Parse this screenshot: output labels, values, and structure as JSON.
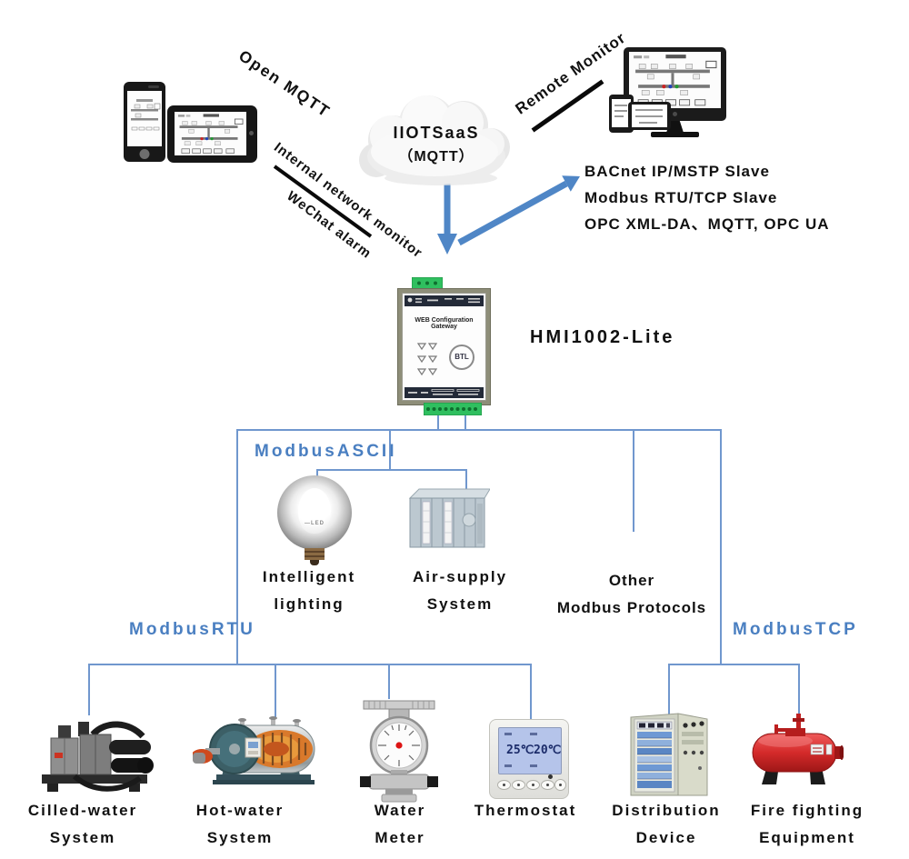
{
  "colors": {
    "bus_line_blue": "#7097ce",
    "bus_label_blue": "#4a7fc1",
    "arrow_blue": "#4f86c6",
    "text_black": "#111111"
  },
  "top_left": {
    "open_mqtt": "Open MQTT",
    "internal_monitor": "Internal network monitor",
    "wechat_alarm": "WeChat alarm"
  },
  "cloud": {
    "title": "IIOTSaaS",
    "subtitle": "（MQTT）"
  },
  "top_right": {
    "remote_monitor": "Remote Monitor",
    "protocol_lines": [
      "BACnet IP/MSTP Slave",
      "Modbus RTU/TCP Slave",
      "OPC XML-DA、MQTT, OPC UA"
    ]
  },
  "gateway": {
    "model": "HMI1002-Lite",
    "panel_text": "WEB Configuration Gateway",
    "logo": "BTL"
  },
  "buses": {
    "ascii": "ModbusASCII",
    "rtu": "ModbusRTU",
    "tcp": "ModbusTCP"
  },
  "branches": {
    "lighting": [
      "Intelligent",
      "lighting"
    ],
    "air_supply": [
      "Air-supply",
      "System"
    ],
    "other": [
      "Other",
      "Modbus Protocols"
    ],
    "chiller": [
      "Cilled-water",
      "System"
    ],
    "hot_water": [
      "Hot-water",
      "System"
    ],
    "water_meter": [
      "Water",
      "Meter"
    ],
    "thermostat": [
      "Thermostat"
    ],
    "distribution": [
      "Distribution",
      "Device"
    ],
    "fire": [
      "Fire fighting",
      "Equipment"
    ]
  },
  "thermostat_lcd": {
    "left": "25℃",
    "right": "20℃"
  },
  "bulb": {
    "led_text": "—LED"
  }
}
